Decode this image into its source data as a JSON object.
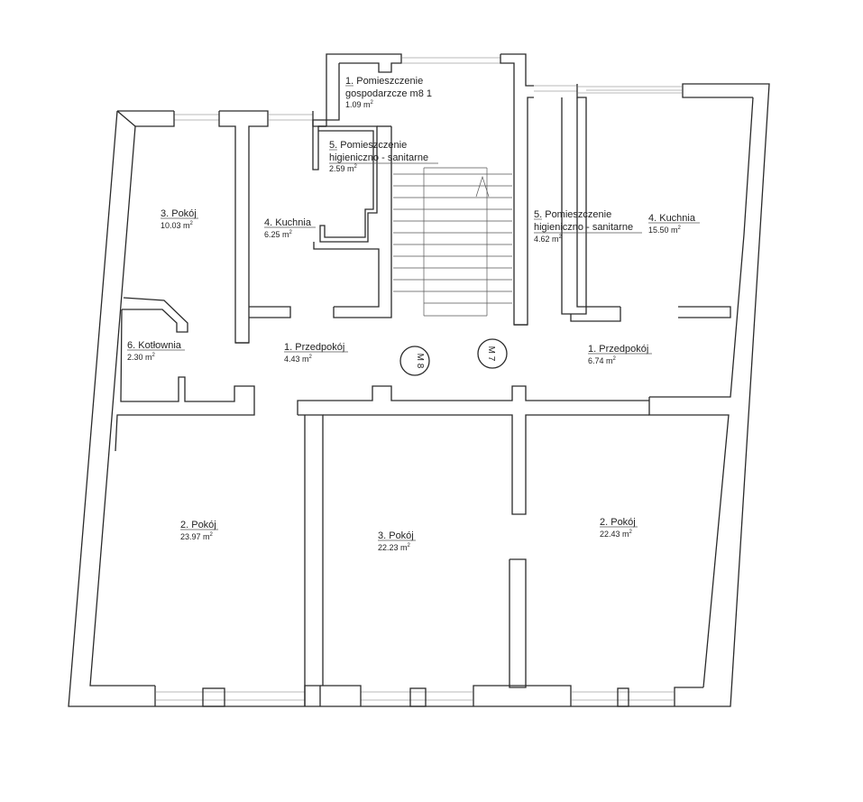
{
  "rooms": [
    {
      "id": "r1",
      "name": "1. Pomieszczenie",
      "name2": "gospodarzcze m8 1",
      "area": "1.09 m",
      "unit_sup": "2"
    },
    {
      "id": "r2",
      "name": "5. Pomieszczenie",
      "name2": "higieniczno - sanitarne",
      "area": "2.59 m",
      "unit_sup": "2"
    },
    {
      "id": "r3",
      "name": "3. Pokój",
      "area": "10.03 m",
      "unit_sup": "2"
    },
    {
      "id": "r4",
      "name": "4. Kuchnia",
      "area": "6.25 m",
      "unit_sup": "2"
    },
    {
      "id": "r5",
      "name": "5. Pomieszczenie",
      "name2": "higieniczno - sanitarne",
      "area": "4.62 m",
      "unit_sup": "2"
    },
    {
      "id": "r6",
      "name": "4. Kuchnia",
      "area": "15.50 m",
      "unit_sup": "2"
    },
    {
      "id": "r7",
      "name": "6. Kotłownia",
      "area": "2.30 m",
      "unit_sup": "2"
    },
    {
      "id": "r8",
      "name": "1. Przedpokój",
      "area": "4.43 m",
      "unit_sup": "2"
    },
    {
      "id": "r9",
      "name": "1. Przedpokój",
      "area": "6.74 m",
      "unit_sup": "2"
    },
    {
      "id": "r10",
      "name": "2. Pokój",
      "area": "23.97 m",
      "unit_sup": "2"
    },
    {
      "id": "r11",
      "name": "3. Pokój",
      "area": "22.23 m",
      "unit_sup": "2"
    },
    {
      "id": "r12",
      "name": "2. Pokój",
      "area": "22.43 m",
      "unit_sup": "2"
    }
  ],
  "markers": {
    "m8": "M 8",
    "m7": "M 7"
  }
}
